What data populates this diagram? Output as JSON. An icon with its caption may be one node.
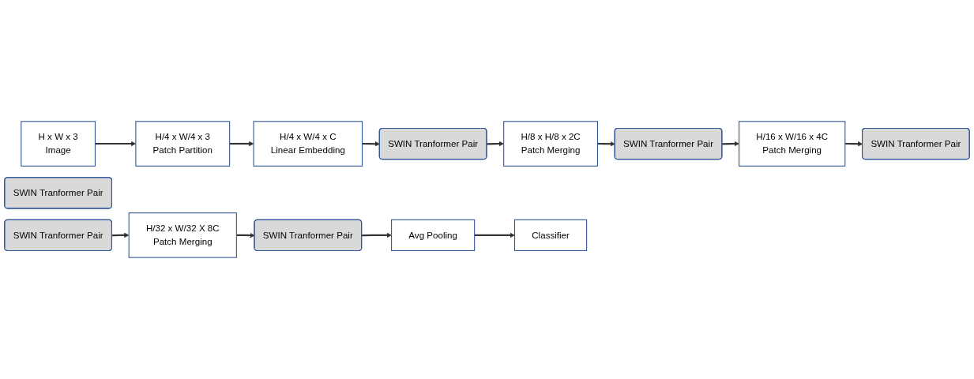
{
  "diagram": {
    "nodes": [
      {
        "text": [
          "H x W x 3",
          "Image"
        ]
      },
      {
        "text": [
          "H/4 x W/4 x 3",
          "Patch Partition"
        ]
      },
      {
        "text": [
          "H/4 x W/4 x C",
          "Linear Embedding"
        ]
      },
      {
        "text": [
          "SWIN Tranformer Pair"
        ]
      },
      {
        "text": [
          "H/8 x H/8 x 2C",
          "Patch Merging"
        ]
      },
      {
        "text": [
          "SWIN Tranformer Pair"
        ]
      },
      {
        "text": [
          "H/16 x W/16 x 4C",
          "Patch Merging"
        ]
      },
      {
        "text": [
          "SWIN Tranformer Pair"
        ]
      },
      {
        "text": [
          "SWIN Tranformer Pair"
        ]
      },
      {
        "text": [
          "SWIN Tranformer Pair"
        ]
      },
      {
        "text": [
          "H/32 x W/32 X 8C",
          "Patch Merging"
        ]
      },
      {
        "text": [
          "SWIN Tranformer Pair"
        ]
      },
      {
        "text": [
          "Avg Pooling"
        ]
      },
      {
        "text": [
          "Classifier"
        ]
      }
    ],
    "edges": [
      {
        "from": 0,
        "to": 1,
        "arrow": "to"
      },
      {
        "from": 1,
        "to": 2,
        "arrow": "to"
      },
      {
        "from": 2,
        "to": 3,
        "arrow": "to"
      },
      {
        "from": 3,
        "to": 4,
        "arrow": "to"
      },
      {
        "from": 4,
        "to": 5,
        "arrow": "to"
      },
      {
        "from": 5,
        "to": 6,
        "arrow": "to"
      },
      {
        "from": 6,
        "to": 7,
        "arrow": "to"
      },
      {
        "from": 9,
        "to": 10,
        "arrow": "to"
      },
      {
        "from": 10,
        "to": 11,
        "arrow": "to"
      },
      {
        "from": 11,
        "to": 12,
        "arrow": "to"
      },
      {
        "from": 12,
        "to": 13,
        "arrow": "to"
      }
    ]
  }
}
